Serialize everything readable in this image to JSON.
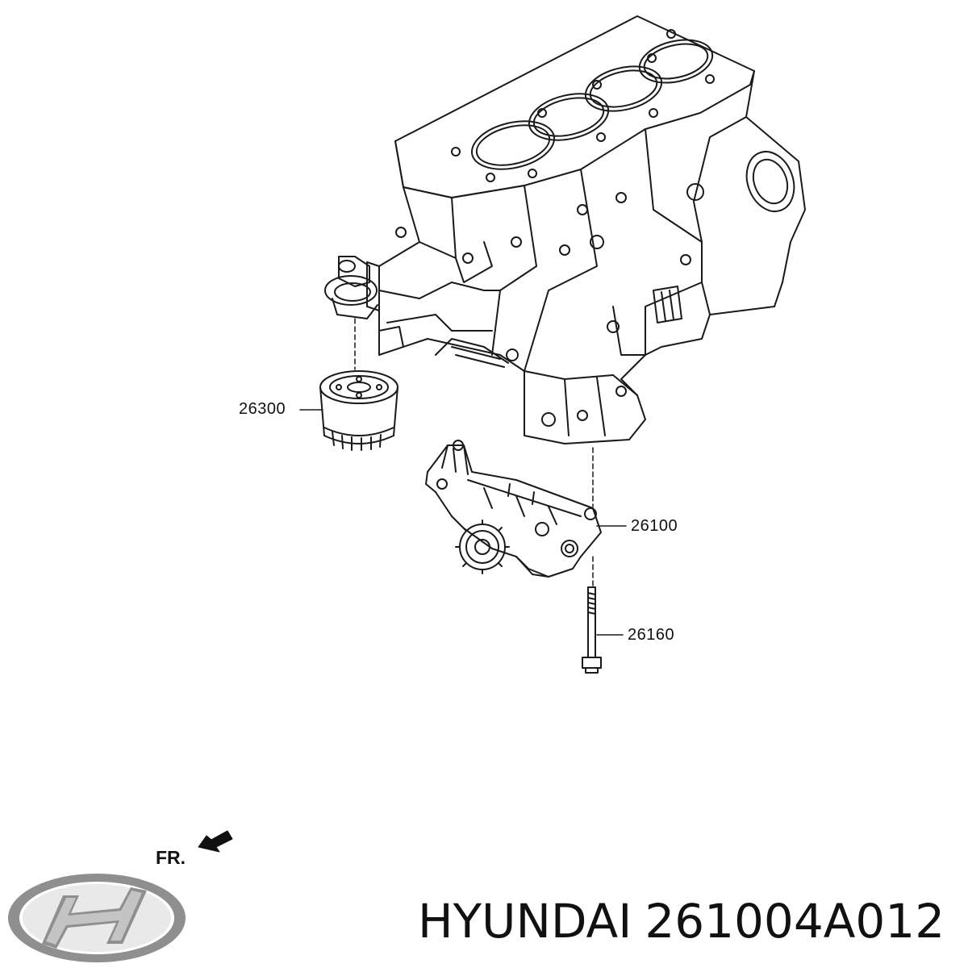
{
  "labels": {
    "filter": "26300",
    "pump": "26100",
    "bolt": "26160",
    "front": "FR."
  },
  "brand": {
    "name": "HYUNDAI",
    "part_number": "261004A012"
  },
  "icons": {
    "logo": "hyundai-logo-icon",
    "front_arrow": "front-arrow-icon"
  },
  "colors": {
    "line": "#1a1a1a",
    "background": "#ffffff"
  }
}
